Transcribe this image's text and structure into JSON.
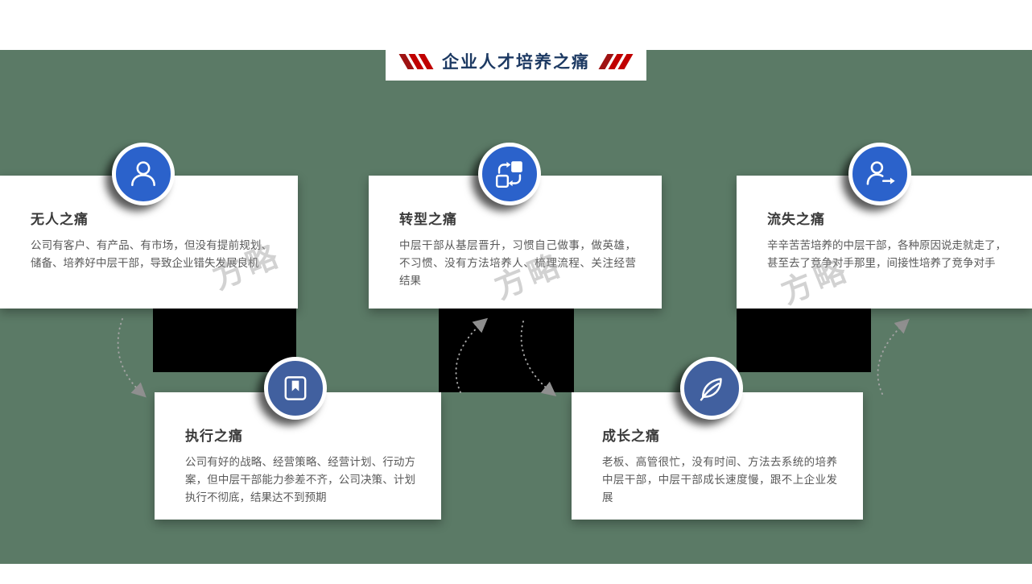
{
  "slide": {
    "title": "企业人才培养之痛",
    "watermark": "方略",
    "colors": {
      "background_green": "#5b7a66",
      "accent_red": "#c00000",
      "title_navy": "#1d3a63",
      "icon_blue_top": "#2b62cb",
      "icon_blue_bottom": "#41609f",
      "shadow_black": "#000000"
    }
  },
  "cards": [
    {
      "title": "无人之痛",
      "body": "公司有客户、有产品、有市场，但没有提前规划、储备、培养好中层干部，导致企业错失发展良机",
      "icon": "user-icon"
    },
    {
      "title": "转型之痛",
      "body": "中层干部从基层晋升，习惯自己做事，做英雄，不习惯、没有方法培养人、梳理流程、关注经营结果",
      "icon": "sync-squares-icon"
    },
    {
      "title": "流失之痛",
      "body": "辛辛苦苦培养的中层干部，各种原因说走就走了，甚至去了竞争对手那里，间接性培养了竞争对手",
      "icon": "user-exit-icon"
    },
    {
      "title": "执行之痛",
      "body": "公司有好的战略、经营策略、经营计划、行动方案，但中层干部能力参差不齐，公司决策、计划执行不彻底，结果达不到预期",
      "icon": "bookmark-icon"
    },
    {
      "title": "成长之痛",
      "body": "老板、高管很忙，没有时间、方法去系统的培养中层干部，中层干部成长速度慢，跟不上企业发展",
      "icon": "leaf-icon"
    }
  ]
}
